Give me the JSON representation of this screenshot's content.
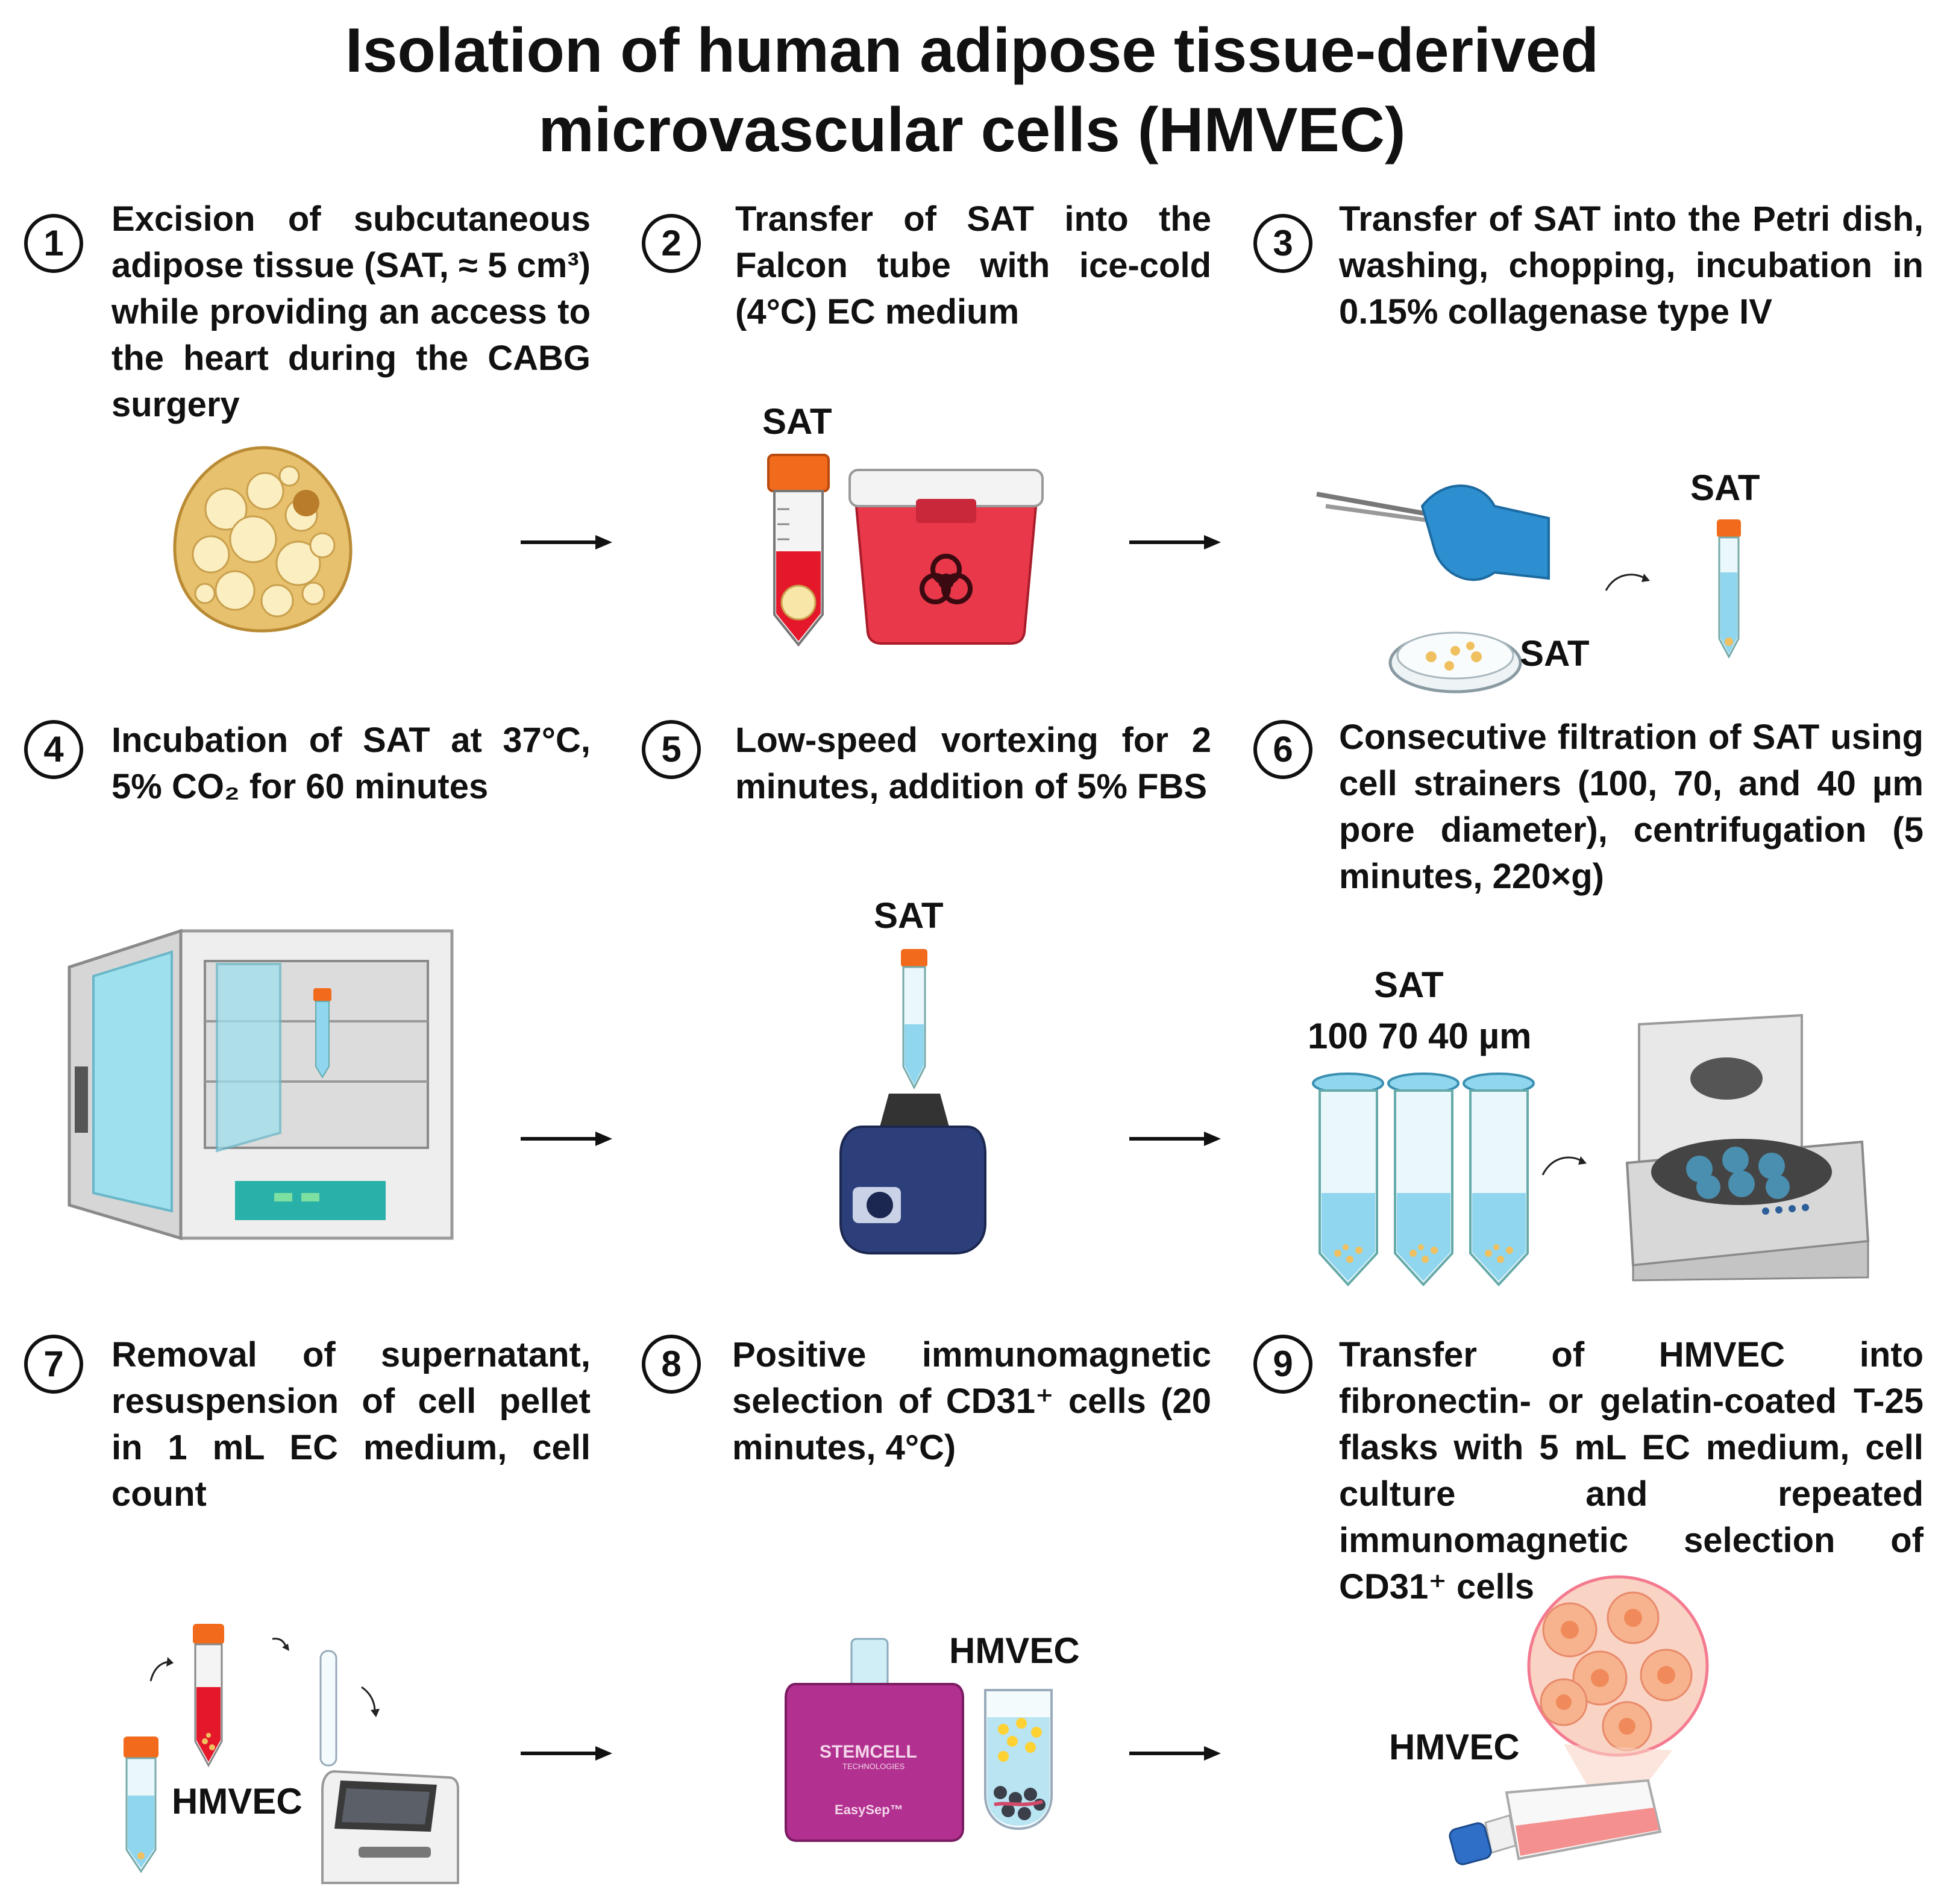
{
  "title": {
    "line1": "Isolation of human adipose tissue-derived",
    "line2": "microvascular cells (HMVEC)"
  },
  "steps": [
    {
      "num": "1",
      "text": "Excision of subcutaneous adipose tissue (SAT, ≈ 5 cm³) while providing an access to the heart during the CABG surgery"
    },
    {
      "num": "2",
      "text": "Transfer of SAT into the Falcon tube with ice-cold (4°C) EC medium"
    },
    {
      "num": "3",
      "text": "Transfer of SAT into the Petri dish, washing, chopping, incubation in 0.15% collagenase type IV"
    },
    {
      "num": "4",
      "text": "Incubation of SAT at 37°C, 5% CO₂ for 60 minutes"
    },
    {
      "num": "5",
      "text": "Low-speed vortexing for 2 minutes, addition of 5% FBS"
    },
    {
      "num": "6",
      "text": "Consecutive filtration of SAT using cell strainers (100, 70, and 40 µm pore diameter), centrifugation (5 minutes, 220×g)"
    },
    {
      "num": "7",
      "text": "Removal of supernatant, resuspension of cell pellet in 1 mL EC medium, cell count"
    },
    {
      "num": "8",
      "text": "Positive immunomagnetic selection of CD31⁺ cells (20 minutes, 4°C)"
    },
    {
      "num": "9",
      "text": "Transfer of HMVEC into fibronectin- or gelatin-coated T-25 flasks with 5 mL EC medium, cell culture and repeated immunomagnetic selection of CD31⁺ cells"
    }
  ],
  "labels": {
    "sat": "SAT",
    "hmvec": "HMVEC",
    "strainer_sizes": "100  70  40  µm",
    "brand": "STEMCELL",
    "brand_sub": "TECHNOLOGIES",
    "device": "EasySep™"
  },
  "colors": {
    "orange_cap": "#f26a1b",
    "blue_liquid": "#8fd6ee",
    "red_liquid": "#e4182a",
    "adipose": "#f7e6a8",
    "biohazard_box": "#e8384a",
    "glove": "#2d8fd0",
    "incubator_teal": "#29b0a8",
    "vortex_blue": "#2c3f7a",
    "easysep_purple": "#b2308f",
    "flask_red": "#f49090"
  }
}
